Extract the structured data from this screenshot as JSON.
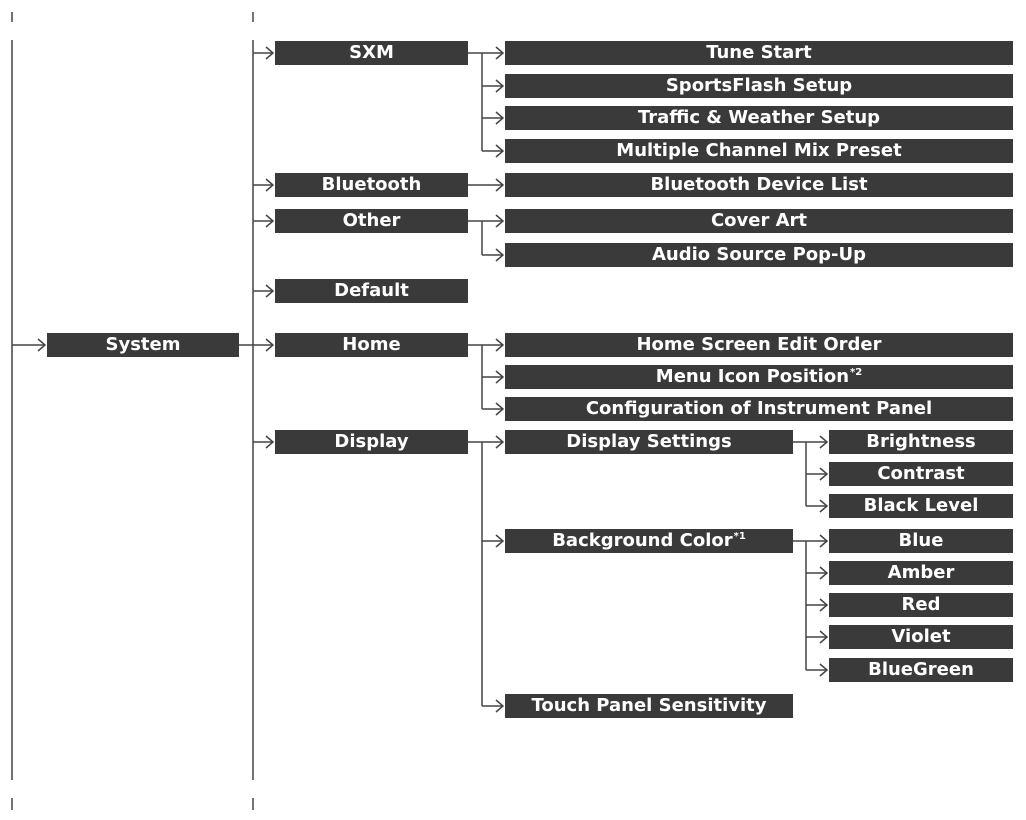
{
  "nodes": {
    "sxm": "SXM",
    "tune_start": "Tune Start",
    "sportsflash_setup": "SportsFlash Setup",
    "traffic_weather_setup": "Traffic & Weather Setup",
    "multiple_channel_mix_preset": "Multiple Channel Mix Preset",
    "bluetooth": "Bluetooth",
    "bluetooth_device_list": "Bluetooth Device List",
    "other": "Other",
    "cover_art": "Cover Art",
    "audio_source_popup": "Audio Source Pop-Up",
    "default": "Default",
    "system": "System",
    "home": "Home",
    "home_screen_edit_order": "Home Screen Edit Order",
    "menu_icon_position": "Menu Icon Position",
    "menu_icon_position_note": "*2",
    "configuration_instrument_panel": "Configuration of Instrument Panel",
    "display": "Display",
    "display_settings": "Display Settings",
    "brightness": "Brightness",
    "contrast": "Contrast",
    "black_level": "Black Level",
    "background_color": "Background Color",
    "background_color_note": "*1",
    "blue": "Blue",
    "amber": "Amber",
    "red": "Red",
    "violet": "Violet",
    "bluegreen": "BlueGreen",
    "touch_panel_sensitivity": "Touch Panel Sensitivity"
  },
  "colors": {
    "node_fill": "#3a3a3a",
    "node_text": "#ffffff",
    "line": "#444444"
  }
}
